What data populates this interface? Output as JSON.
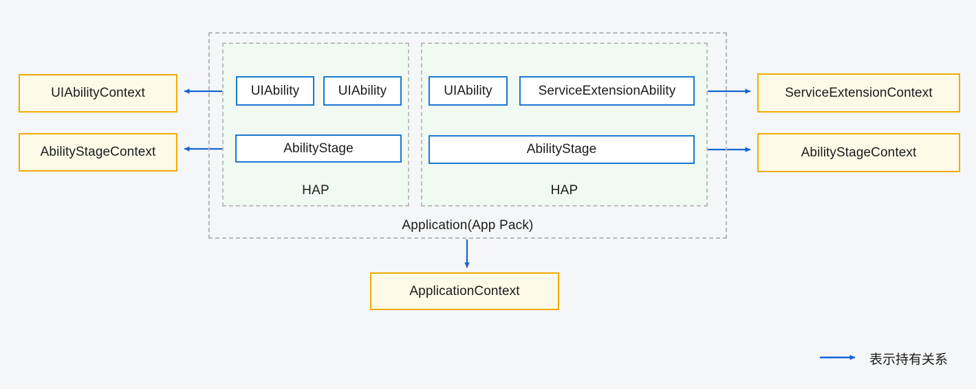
{
  "diagram": {
    "title": "Application / HAP / Context holding relationships",
    "colors": {
      "page_background": "#f5f6f7",
      "hap_background": "#f1faf2",
      "dashed_border": "#bdbdbd",
      "blue_border": "#1878d1",
      "arrow_blue": "#1264d7",
      "context_border": "#f0ab00",
      "context_background": "#fdfbe8"
    },
    "containers": {
      "app_pack": {
        "label": "Application(App Pack)"
      },
      "hap_left": {
        "label": "HAP"
      },
      "hap_right": {
        "label": "HAP"
      }
    },
    "components": {
      "hap_left_abilities": [
        {
          "label": "UIAbility"
        },
        {
          "label": "UIAbility"
        }
      ],
      "hap_left_stage": {
        "label": "AbilityStage"
      },
      "hap_right_abilities": [
        {
          "label": "UIAbility"
        },
        {
          "label": "ServiceExtensionAbility"
        }
      ],
      "hap_right_stage": {
        "label": "AbilityStage"
      }
    },
    "contexts": {
      "ui_ability_context": {
        "label": "UIAbilityContext"
      },
      "ability_stage_context_left": {
        "label": "AbilityStageContext"
      },
      "service_extension_context": {
        "label": "ServiceExtensionContext"
      },
      "ability_stage_context_right": {
        "label": "AbilityStageContext"
      },
      "application_context": {
        "label": "ApplicationContext"
      }
    },
    "legend": {
      "arrow_icon": "arrow-right-icon",
      "label": "表示持有关系"
    }
  }
}
